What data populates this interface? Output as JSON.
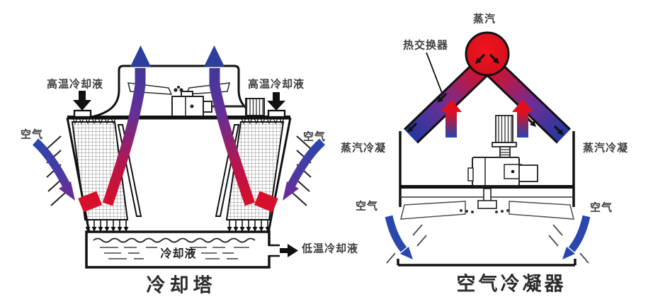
{
  "colors": {
    "hot_red": "#d90f25",
    "cool_blue": "#2c3e9e",
    "arrow_blue": "#2a47ae",
    "outline": "#111111",
    "text": "#3d3d3d"
  },
  "cooling_tower": {
    "title": "冷却塔",
    "labels": {
      "hot_coolant_in_left": "高温冷却液",
      "hot_coolant_in_right": "高温冷却液",
      "air_left": "空气",
      "air_right": "空气",
      "coolant_basin": "冷却液",
      "cold_coolant_out": "低温冷却液"
    }
  },
  "air_condenser": {
    "title": "空气冷凝器",
    "labels": {
      "steam": "蒸汽",
      "heat_exchanger": "热交换器",
      "condensate_left": "蒸汽冷凝",
      "condensate_right": "蒸汽冷凝",
      "air_left": "空气",
      "air_right": "空气"
    }
  }
}
